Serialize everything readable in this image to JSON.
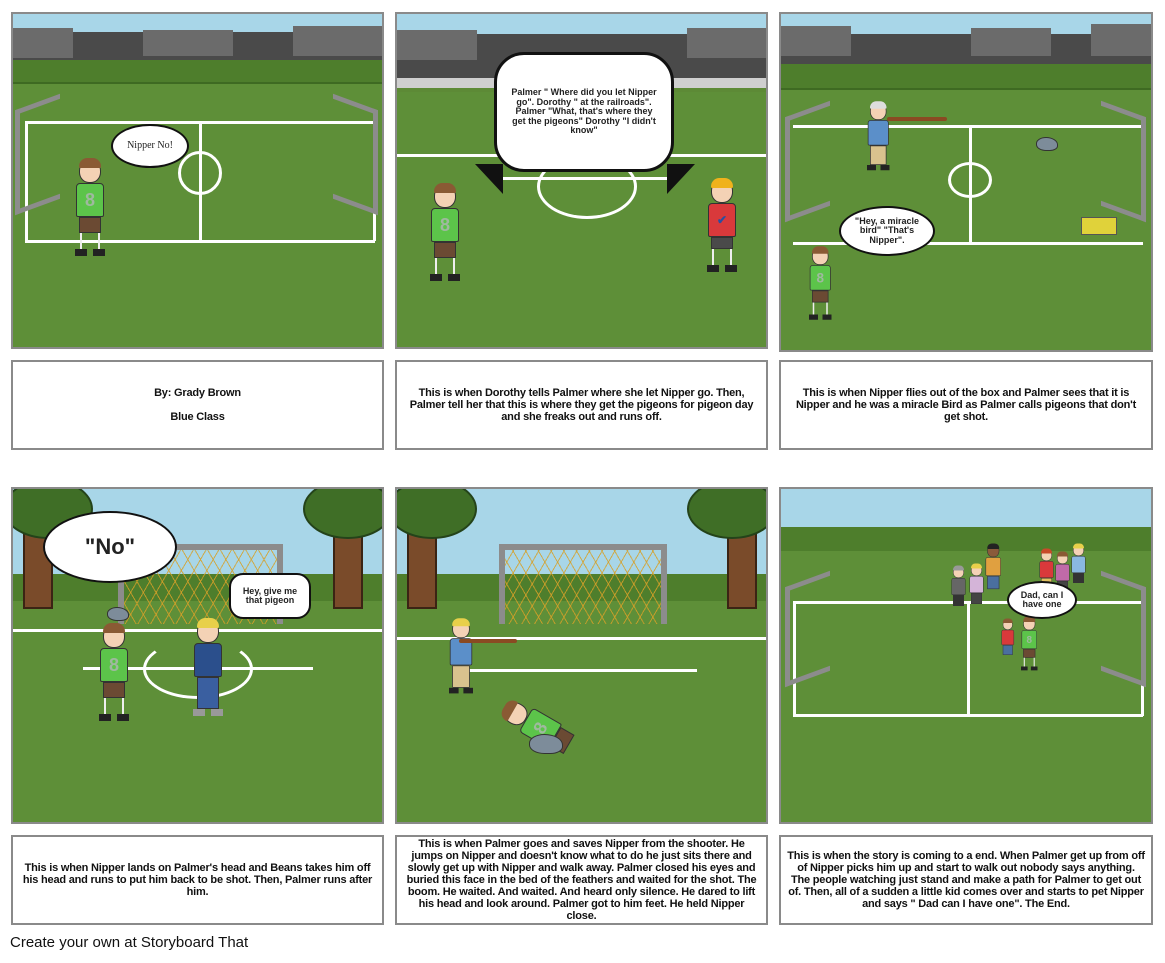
{
  "panels": [
    {
      "id": 1,
      "scene": "soccer field with city skyline",
      "bubbles": [
        "Nipper No!"
      ],
      "caption": {
        "lines": [
          "By: Grady Brown",
          "Blue Class"
        ]
      }
    },
    {
      "id": 2,
      "scene": "soccer field with city skyline, two characters",
      "bubbles": [
        "Palmer \" Where did you let Nipper go\". Dorothy \" at the railroads\". Palmer \"What, that's where they get the pigeons\" Dorothy \"I didn't know\""
      ],
      "caption": {
        "text": "This is when Dorothy tells Palmer where she let Nipper go. Then, Palmer tell her that this is where they get the pigeons for pigeon day and she freaks out and runs off."
      }
    },
    {
      "id": 3,
      "scene": "soccer field with shooter, pigeon and box",
      "bubbles": [
        "\"Hey, a miracle bird\" \"That's Nipper\"."
      ],
      "caption": {
        "text": "This is when Nipper flies out of the box and Palmer sees that it is Nipper and he was a miracle Bird as Palmer calls pigeons that don't get shot."
      }
    },
    {
      "id": 4,
      "scene": "park soccer goal with trees",
      "bubbles": [
        "\"No\"",
        "Hey, give me that pigeon"
      ],
      "caption": {
        "text": "This is when Nipper lands on Palmer's head and Beans takes him off his head and runs to put him back to be shot. Then, Palmer runs after him."
      }
    },
    {
      "id": 5,
      "scene": "park soccer goal, shooter and boy covering pigeon",
      "bubbles": [],
      "caption": {
        "text": "This is when Palmer goes and saves Nipper from the shooter. He jumps on Nipper and doesn't know what to do he just sits there and slowly get up with Nipper and walk away. Palmer closed his eyes and buried this face in the bed of the feathers and waited for the shot. The boom. He waited. And waited. And heard only silence. He dared to lift his head and look around. Palmer got to him feet. He held Nipper close."
      }
    },
    {
      "id": 6,
      "scene": "soccer field with crowd",
      "bubbles": [
        "Dad,  can I have one"
      ],
      "caption": {
        "text": "This is when the story is coming to a end. When Palmer get up from off of Nipper picks him up and start to walk out nobody says anything. The people watching just stand and make a path for Palmer to get out of. Then, all of a sudden a little kid comes over and starts to pet Nipper and says \" Dad can I have one\". The End."
      }
    }
  ],
  "footer": {
    "text": "Create your own at Storyboard That"
  },
  "characters": {
    "jersey_number": "8"
  },
  "colors": {
    "grass": "#5e8f38",
    "sky": "#a8d6e8",
    "border": "#8a8a8a",
    "jersey": "#5cc44a"
  }
}
